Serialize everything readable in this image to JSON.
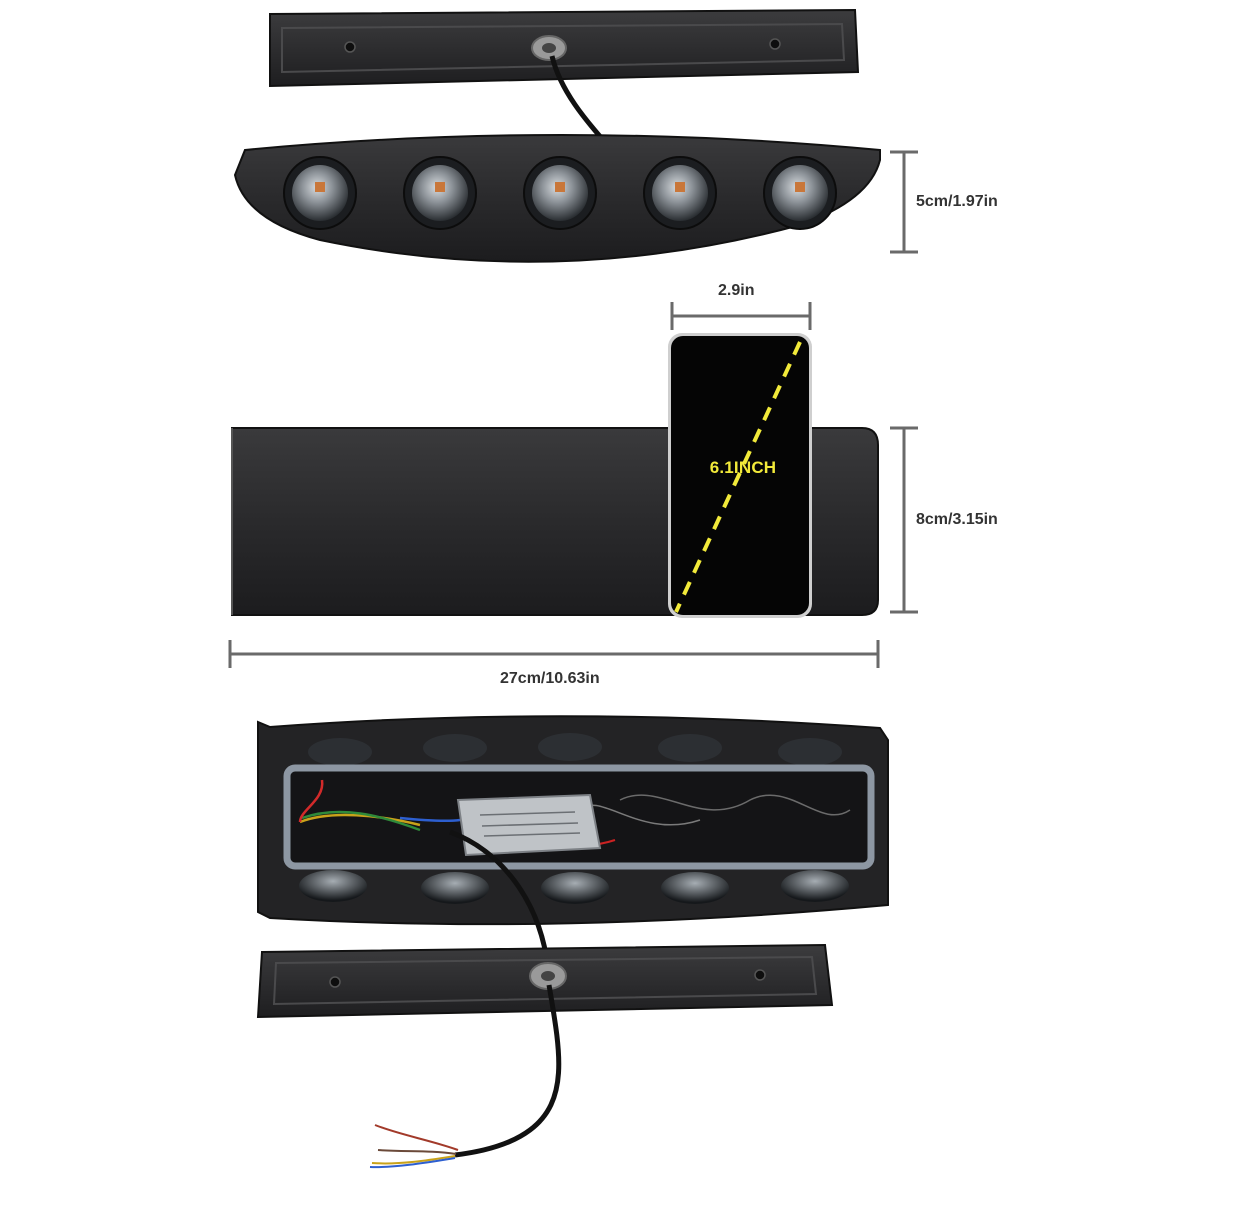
{
  "dimensions": {
    "height_top": "5cm/1.97in",
    "phone_width": "2.9in",
    "phone_diagonal": "6.1INCH",
    "height_mid": "8cm/3.15in",
    "length": "27cm/10.63in"
  },
  "colors": {
    "product_body": "#2b2b2d",
    "phone_screen": "#050505",
    "diagonal_dash": "#f2ea3a",
    "dimension_line": "#6a6a6a"
  }
}
